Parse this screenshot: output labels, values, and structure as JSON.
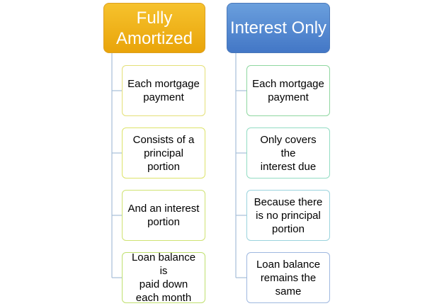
{
  "left_column": {
    "title": "Fully\nAmortized",
    "color": "#f2b621",
    "items": [
      {
        "text": "Each mortgage\npayment",
        "border": "#e4e077"
      },
      {
        "text": "Consists of a\nprincipal\nportion",
        "border": "#dde36a"
      },
      {
        "text": "And an interest\nportion",
        "border": "#cfe272"
      },
      {
        "text": "Loan balance is\npaid down\neach month",
        "border": "#bfe06f"
      }
    ]
  },
  "right_column": {
    "title": "Interest Only",
    "color": "#4f86d0",
    "items": [
      {
        "text": "Each mortgage\npayment",
        "border": "#8fd7a0"
      },
      {
        "text": "Only covers the\ninterest due",
        "border": "#93dcc3"
      },
      {
        "text": "Because there\nis no principal\nportion",
        "border": "#9bd3dd"
      },
      {
        "text": "Loan balance\nremains the\nsame",
        "border": "#9fb8e0"
      }
    ]
  },
  "connector_color": "#a6bfd9"
}
